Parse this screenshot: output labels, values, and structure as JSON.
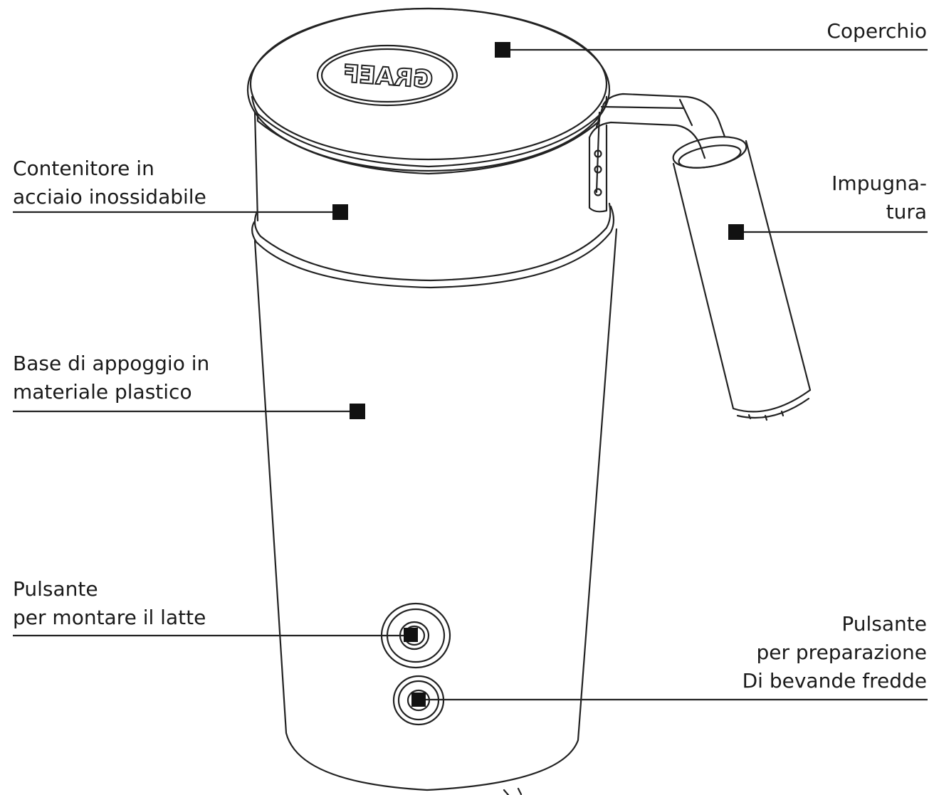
{
  "diagram": {
    "logo_text": "GRAEF",
    "callouts": {
      "lid": {
        "lines": [
          "Coperchio"
        ]
      },
      "container": {
        "lines": [
          "Contenitore in",
          "acciaio inossidabile"
        ]
      },
      "handle": {
        "lines": [
          "Impugna-",
          "tura"
        ]
      },
      "base": {
        "lines": [
          "Base di appoggio in",
          "materiale plastico"
        ]
      },
      "froth_button": {
        "lines": [
          "Pulsante",
          "per montare il latte"
        ]
      },
      "cold_button": {
        "lines": [
          "Pulsante",
          "per preparazione",
          "Di bevande fredde"
        ]
      }
    }
  }
}
